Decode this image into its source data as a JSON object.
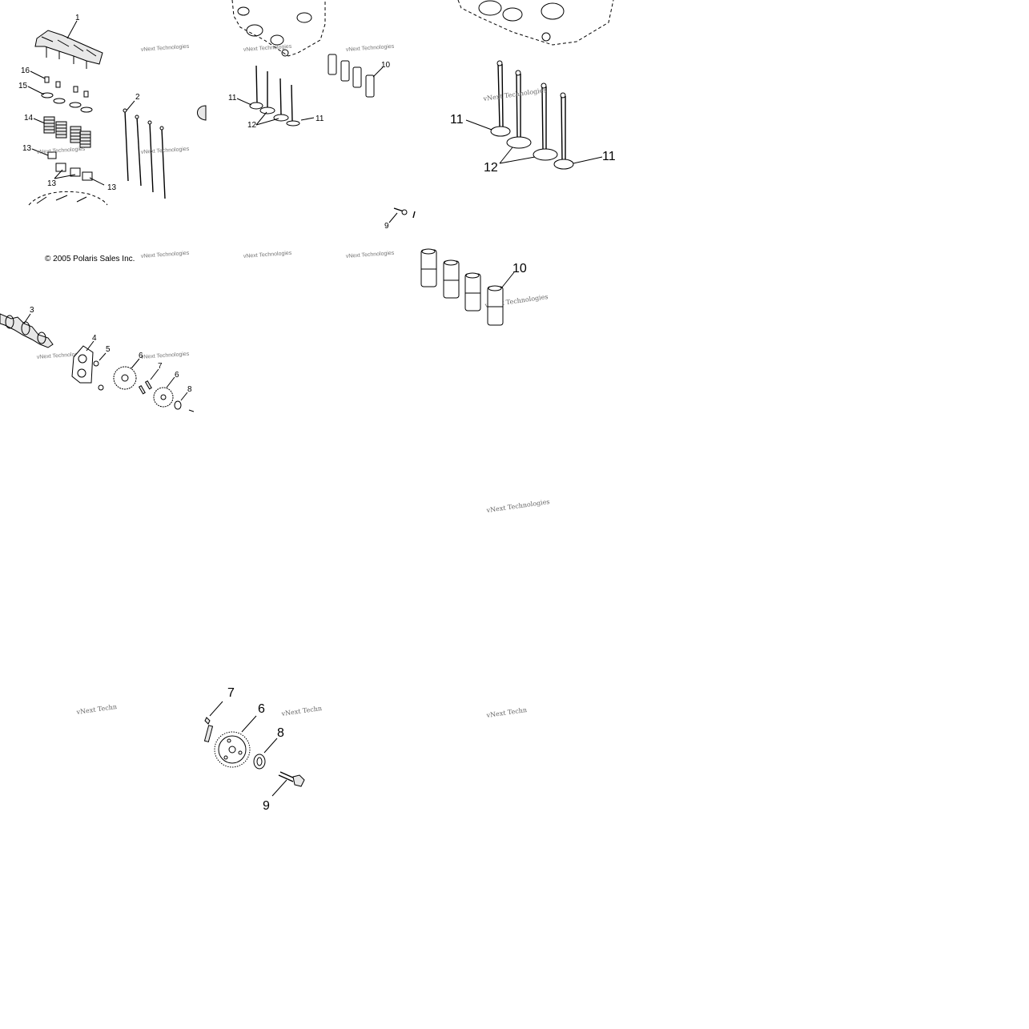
{
  "copyright": "© 2005 Polaris Sales Inc.",
  "watermark": "vNext Technologies",
  "watermark_short": "vNext Techn",
  "small_labels": {
    "l1": "1",
    "l2": "2",
    "l3": "3",
    "l4": "4",
    "l5": "5",
    "l6a": "6",
    "l6b": "6",
    "l7": "7",
    "l8": "8",
    "l9": "9",
    "l10": "10",
    "l11a": "11",
    "l11b": "11",
    "l12": "12",
    "l13a": "13",
    "l13b": "13",
    "l13c": "13",
    "l14": "14",
    "l15": "15",
    "l16": "16"
  },
  "valve_detail_labels": {
    "l11a": "11",
    "l11b": "11",
    "l12": "12"
  },
  "lifter_detail_labels": {
    "l10": "10"
  },
  "gear_detail_labels": {
    "l6": "6",
    "l7": "7",
    "l8": "8",
    "l9": "9"
  }
}
